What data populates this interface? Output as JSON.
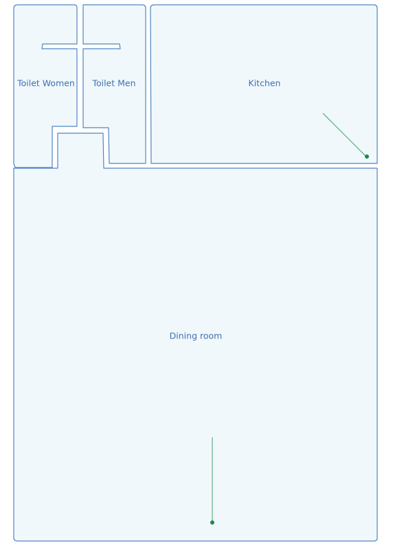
{
  "floorplan": {
    "rooms": {
      "toilet_women": {
        "label": "Toilet Women"
      },
      "toilet_men": {
        "label": "Toilet Men"
      },
      "kitchen": {
        "label": "Kitchen"
      },
      "dining_room": {
        "label": "Dining room"
      }
    },
    "colors": {
      "room_fill": "#f0f8fc",
      "wall": "#4f84c4",
      "label": "#3f70b0",
      "marker": "#2f9a57"
    }
  }
}
